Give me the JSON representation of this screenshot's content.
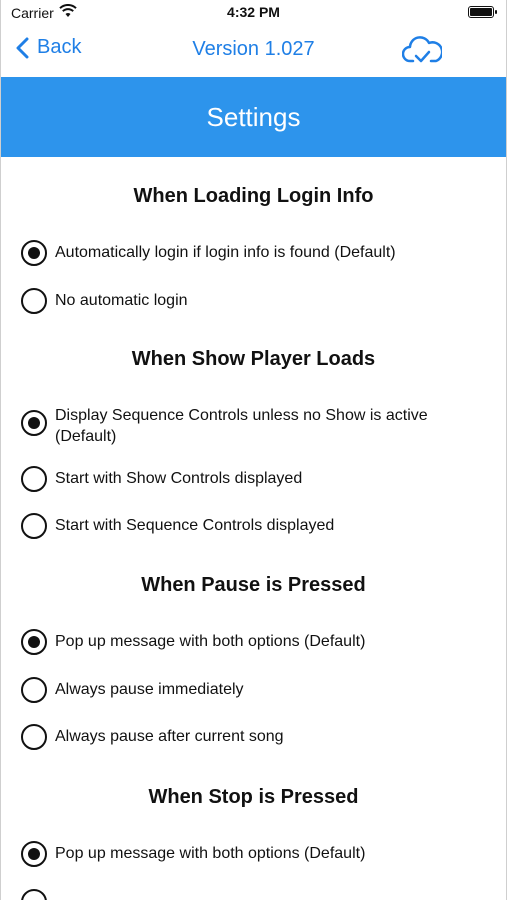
{
  "status_bar": {
    "carrier": "Carrier",
    "time": "4:32 PM"
  },
  "nav": {
    "back_label": "Back",
    "title": "Version 1.027",
    "accent_color": "#1f7fe6"
  },
  "header": {
    "title": "Settings",
    "background_color": "#2d94ec"
  },
  "sections": [
    {
      "title": "When Loading Login Info",
      "options": [
        {
          "label": "Automatically login if login info is found (Default)",
          "selected": true
        },
        {
          "label": "No automatic login",
          "selected": false
        }
      ]
    },
    {
      "title": "When Show Player Loads",
      "options": [
        {
          "label": "Display Sequence Controls unless no Show is active (Default)",
          "selected": true
        },
        {
          "label": "Start with Show Controls displayed",
          "selected": false
        },
        {
          "label": "Start with Sequence Controls displayed",
          "selected": false
        }
      ]
    },
    {
      "title": "When Pause is Pressed",
      "options": [
        {
          "label": "Pop up message with both options (Default)",
          "selected": true
        },
        {
          "label": "Always pause immediately",
          "selected": false
        },
        {
          "label": "Always pause after current song",
          "selected": false
        }
      ]
    },
    {
      "title": "When Stop is Pressed",
      "options": [
        {
          "label": "Pop up message with both options (Default)",
          "selected": true
        }
      ]
    }
  ]
}
